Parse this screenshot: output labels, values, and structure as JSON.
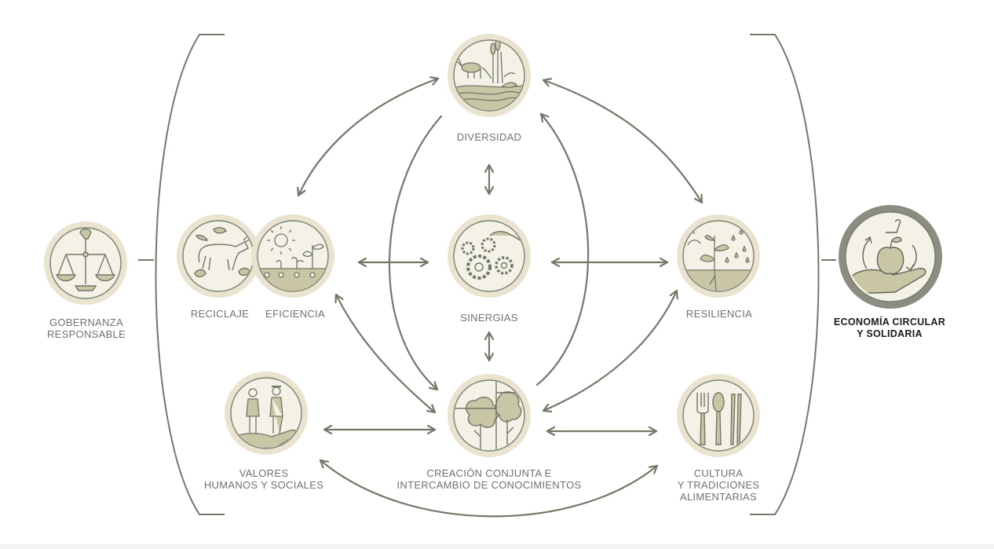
{
  "colors": {
    "line": "#6f7b68",
    "ring": "#e9e3cf",
    "inner_fill": "#f4f1e6",
    "icon_fill": "#c9c6a6",
    "icon_stroke": "#6f7766",
    "label": "#6b7569",
    "highlight_ring": "#8c8c80",
    "highlight_label": "#1b1b1b"
  },
  "nodes": {
    "diversidad": {
      "label": "DIVERSIDAD",
      "icon": "wildlife-icon"
    },
    "sinergias": {
      "label": "SINERGIAS",
      "icon": "gears-icon"
    },
    "reciclaje": {
      "label": "RECICLAJE",
      "icon": "cow-icon"
    },
    "eficiencia": {
      "label": "EFICIENCIA",
      "icon": "sprout-sun-icon"
    },
    "resiliencia": {
      "label": "RESILIENCIA",
      "icon": "plant-rain-icon"
    },
    "creacion": {
      "label_lines": [
        "CREACIÓN CONJUNTA E",
        "INTERCAMBIO DE CONOCIMIENTOS"
      ],
      "icon": "trees-icon"
    },
    "valores": {
      "label_lines": [
        "VALORES",
        "HUMANOS Y SOCIALES"
      ],
      "icon": "farmers-icon"
    },
    "cultura": {
      "label_lines": [
        "CULTURA",
        "Y TRADICIONES",
        "ALIMENTARIAS"
      ],
      "icon": "cutlery-icon"
    },
    "gobernanza": {
      "label_lines": [
        "GOBERNANZA",
        "RESPONSABLE"
      ],
      "icon": "scales-icon"
    },
    "economia": {
      "label_lines": [
        "ECONOMÍA CIRCULAR",
        "Y SOLIDARIA"
      ],
      "icon": "apple-hand-icon"
    }
  }
}
